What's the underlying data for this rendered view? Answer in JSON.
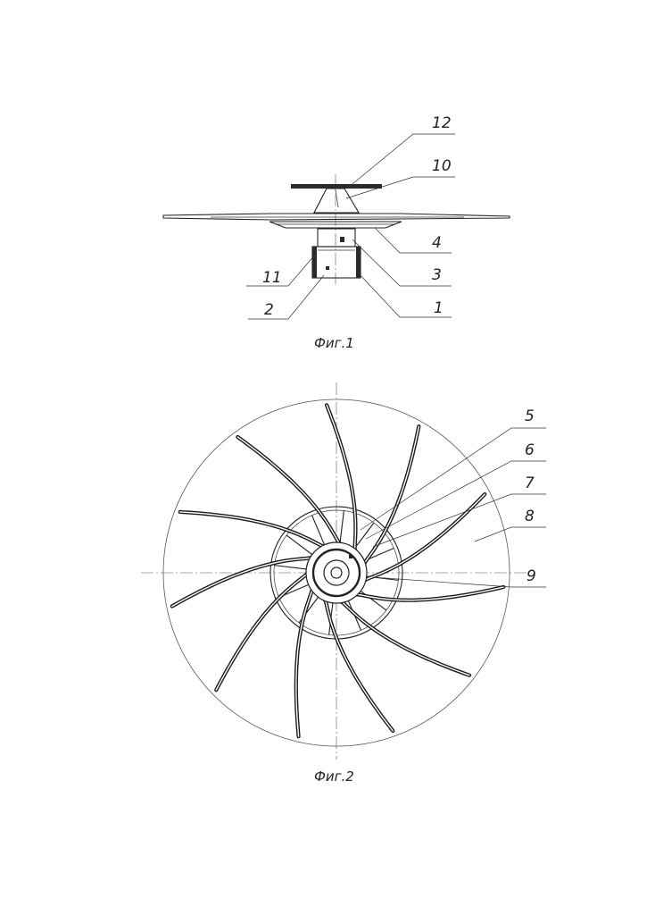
{
  "figure1": {
    "caption": "Фиг.1",
    "callouts": [
      "12",
      "10",
      "4",
      "3",
      "11",
      "2",
      "1"
    ]
  },
  "figure2": {
    "caption": "Фиг.2",
    "callouts": [
      "5",
      "6",
      "7",
      "8",
      "9"
    ]
  }
}
